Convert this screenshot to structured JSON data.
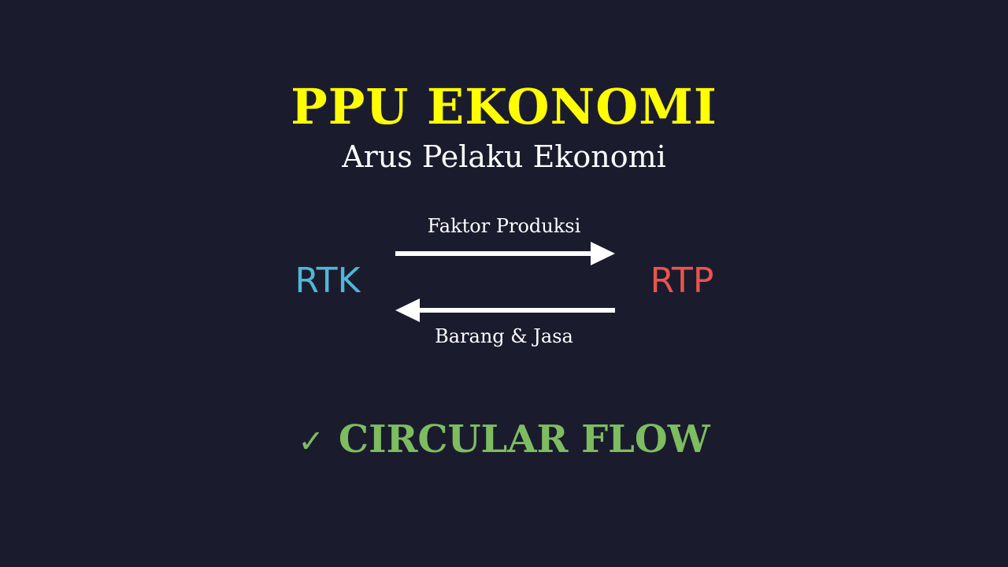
{
  "slide": {
    "title": "PPU EKONOMI",
    "subtitle": "Arus Pelaku Ekonomi"
  },
  "flow": {
    "left_node": "RTK",
    "right_node": "RTP",
    "top_arrow_label": "Faktor Produksi",
    "bottom_arrow_label": "Barang & Jasa"
  },
  "conclusion": {
    "check_icon": "✓",
    "text": "CIRCULAR FLOW"
  },
  "colors": {
    "background": "#1b1b2e",
    "title": "#ffff00",
    "text": "#ffffff",
    "left_node": "#4eb8d6",
    "right_node": "#e8554d",
    "conclusion": "#7dbd60"
  }
}
